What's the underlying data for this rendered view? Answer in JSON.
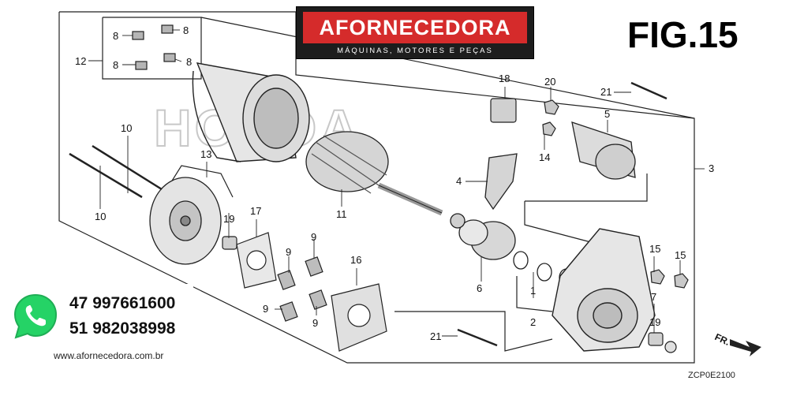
{
  "brand": {
    "name": "AFORNECEDORA",
    "tagline": "MÁQUINAS, MOTORES E PEÇAS"
  },
  "figure": {
    "label": "FIG.15",
    "reference_code": "ZCP0E2100",
    "watermark": "HONDA"
  },
  "contact": {
    "phone_1": "47 997661600",
    "phone_2": "51 982038998",
    "website": "www.afornecedora.com.br"
  },
  "direction_label": "FR.",
  "callouts": {
    "p1": "1",
    "p2": "2",
    "p3": "3",
    "p4": "4",
    "p5": "5",
    "p6": "6",
    "p7": "7",
    "p8a": "8",
    "p8b": "8",
    "p8c": "8",
    "p8d": "8",
    "p9a": "9",
    "p9b": "9",
    "p9c": "9",
    "p9d": "9",
    "p10a": "10",
    "p10b": "10",
    "p11": "11",
    "p12": "12",
    "p13": "13",
    "p14": "14",
    "p15a": "15",
    "p15b": "15",
    "p16": "16",
    "p17": "17",
    "p18": "18",
    "p19a": "19",
    "p19b": "19",
    "p20": "20",
    "p21a": "21",
    "p21b": "21"
  },
  "colors": {
    "brand_red": "#d52b2b",
    "brand_dark": "#1d1d1d",
    "whatsapp_green": "#25d366",
    "line": "#222222"
  }
}
